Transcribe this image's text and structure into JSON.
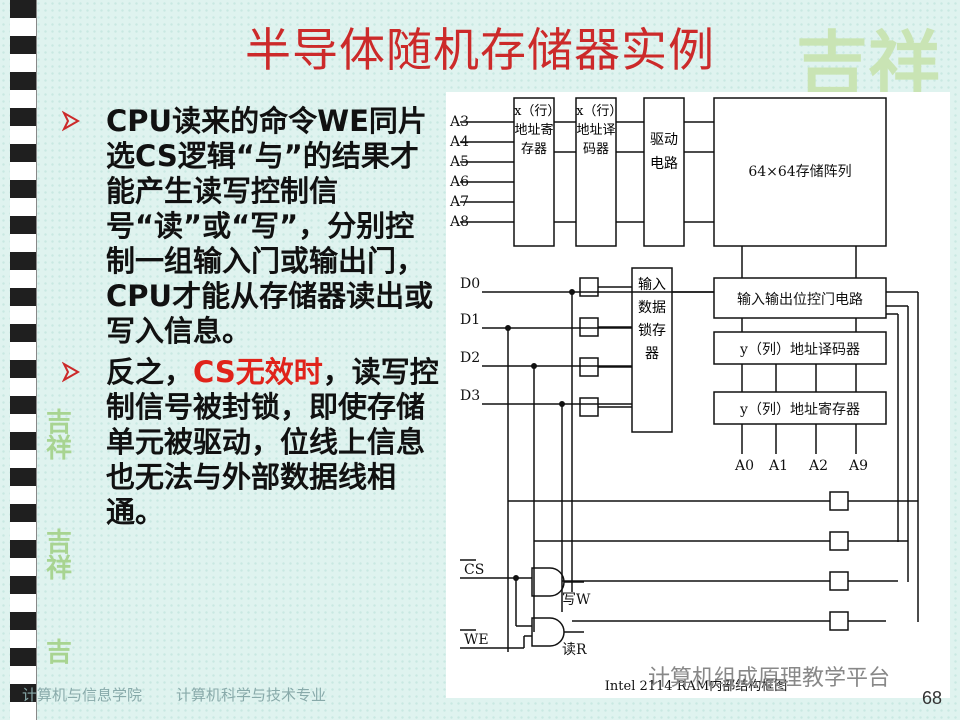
{
  "slide": {
    "title": "半导体随机存储器实例",
    "page_number": "68",
    "footer_left": "计算机与信息学院",
    "footer_right": "计算机科学与技术专业",
    "watermark": "计算机组成原理教学平台",
    "bullet_icon": "arrow-bullet-icon"
  },
  "bullets": [
    {
      "text": "CPU读来的命令WE同片选CS逻辑“与”的结果才能产生读写控制信号“读”或“写”，分别控制一组输入门或输出门，CPU才能从存储器读出或写入信息。"
    },
    {
      "before": "反之，",
      "highlight": "CS无效时",
      "after": "，读写控制信号被封锁，即使存储单元被驱动，位线上信息也无法与外部数据线相通。"
    }
  ],
  "diagram": {
    "addr_pins": [
      "A3",
      "A4",
      "A5",
      "A6",
      "A7",
      "A8"
    ],
    "x_reg": "x（行）地址寄存器",
    "x_dec": "x（行）地址译码器",
    "driver": "驱动电路",
    "array": "64×64存储阵列",
    "io_ctrl": "输入输出位控门电路",
    "y_dec": "y（列）地址译码器",
    "y_reg": "y（列）地址寄存器",
    "in_latch": "输入数据锁存器",
    "data_pins": [
      "D0",
      "D1",
      "D2",
      "D3"
    ],
    "col_pins": [
      "A0",
      "A1",
      "A2",
      "A9"
    ],
    "cs_label": "CS",
    "we_label": "WE",
    "write_label": "写W",
    "read_label": "读R",
    "caption": "Intel 2114 RAM内部结构框图"
  }
}
